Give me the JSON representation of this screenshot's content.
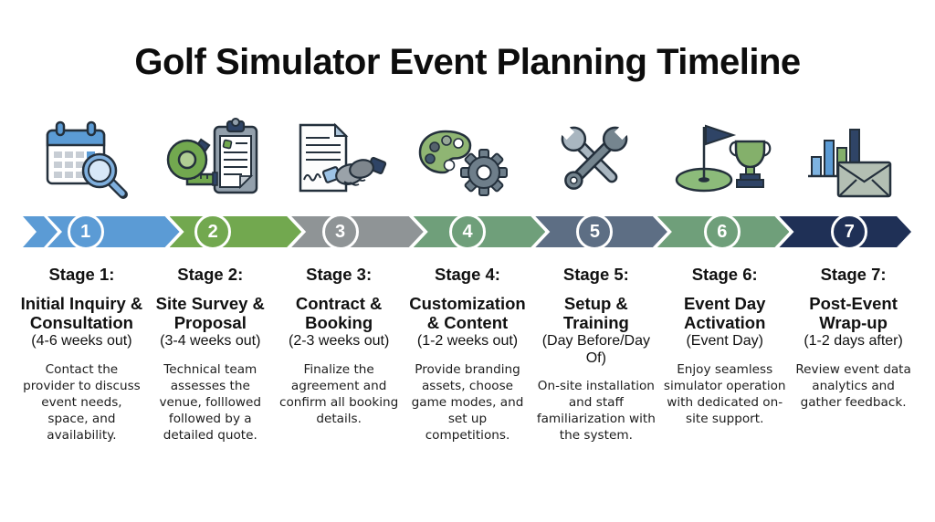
{
  "title": "Golf Simulator Event Planning Timeline",
  "timeline": {
    "start_chevron_color": "#5B9BD5",
    "stages": [
      {
        "number": "1",
        "color": "#5B9BD5",
        "icon": "calendar-search-icon",
        "stage_label": "Stage 1:",
        "name": "Initial Inquiry & Consultation",
        "timing": "(4-6 weeks out)",
        "description": "Contact the provider to discuss event needs, space, and availability."
      },
      {
        "number": "2",
        "color": "#72A84F",
        "icon": "tape-measure-clipboard-icon",
        "stage_label": "Stage 2:",
        "name": "Site Survey & Proposal",
        "timing": "(3-4 weeks out)",
        "description": "Technical team assesses the venue, folllowed followed by a detailed quote."
      },
      {
        "number": "3",
        "color": "#8F9496",
        "icon": "contract-handshake-icon",
        "stage_label": "Stage 3:",
        "name": "Contract & Booking",
        "timing": "(2-3 weeks out)",
        "description": "Finalize the agreement and confirm all booking details."
      },
      {
        "number": "4",
        "color": "#6F9F7A",
        "icon": "palette-gear-icon",
        "stage_label": "Stage 4:",
        "name": "Customization & Content",
        "timing": "(1-2 weeks out)",
        "description": "Provide branding assets, choose game modes, and set up competitions."
      },
      {
        "number": "5",
        "color": "#5D6E84",
        "icon": "crossed-wrenches-icon",
        "stage_label": "Stage 5:",
        "name": "Setup & Training",
        "timing": "(Day Before/Day Of)",
        "description": "On-site installation and staff familiarization with the system."
      },
      {
        "number": "6",
        "color": "#6F9F7A",
        "icon": "golf-flag-trophy-icon",
        "stage_label": "Stage 6:",
        "name": "Event Day Activation",
        "timing": "(Event Day)",
        "description": "Enjoy seamless simulator operation with dedicated on-site support."
      },
      {
        "number": "7",
        "color": "#1F3056",
        "icon": "bar-chart-envelope-icon",
        "stage_label": "Stage 7:",
        "name": "Post-Event Wrap-up",
        "timing": "(1-2 days after)",
        "description": "Review event data analytics and gather feedback."
      }
    ]
  }
}
